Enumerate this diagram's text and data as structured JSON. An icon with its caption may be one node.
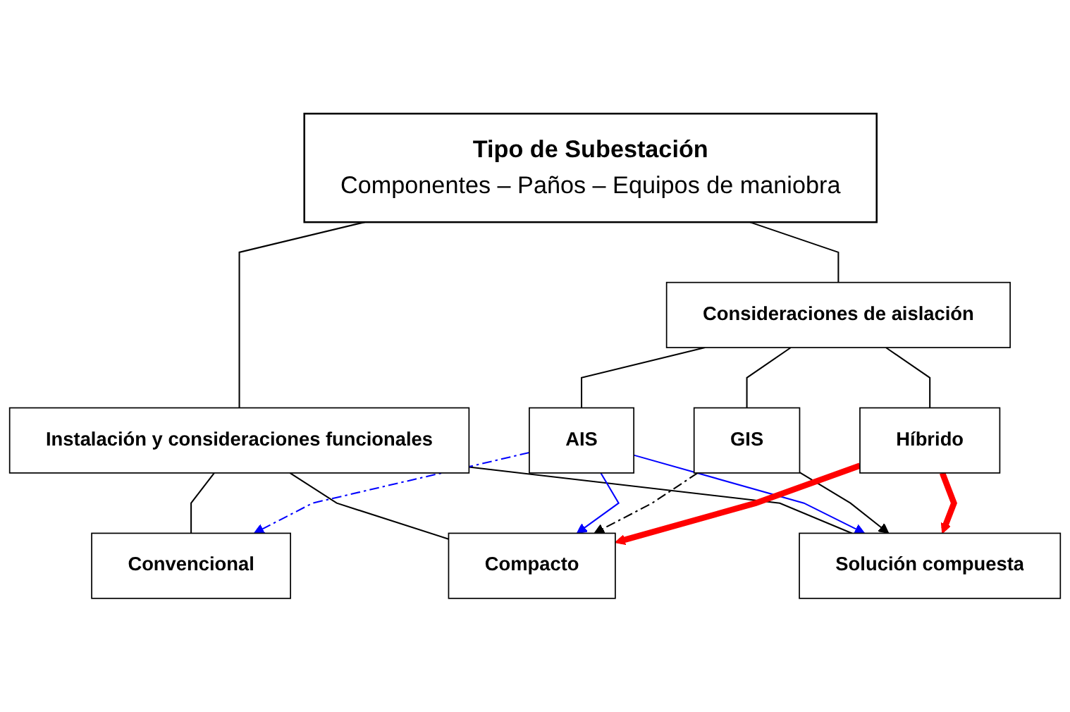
{
  "diagram": {
    "nodes": [
      {
        "text": [
          "Tipo de Subestación",
          "Componentes – Paños – Equipos de maniobra"
        ]
      },
      {
        "text": [
          "Consideraciones de aislación"
        ]
      },
      {
        "text": [
          "Instalación y consideraciones funcionales"
        ]
      },
      {
        "text": [
          "AIS"
        ]
      },
      {
        "text": [
          "GIS"
        ]
      },
      {
        "text": [
          "Híbrido"
        ]
      },
      {
        "text": [
          "Convencional"
        ]
      },
      {
        "text": [
          "Compacto"
        ]
      },
      {
        "text": [
          "Solución compuesta"
        ]
      }
    ],
    "edges": [
      {
        "from": 0,
        "to": 1,
        "arrow": "none"
      },
      {
        "from": 0,
        "to": 2,
        "arrow": "none"
      },
      {
        "from": 1,
        "to": 3,
        "arrow": "none"
      },
      {
        "from": 1,
        "to": 4,
        "arrow": "none"
      },
      {
        "from": 1,
        "to": 5,
        "arrow": "none"
      },
      {
        "from": 2,
        "to": 6,
        "arrow": "none"
      },
      {
        "from": 2,
        "to": 7,
        "arrow": "none"
      },
      {
        "from": 2,
        "to": 8,
        "arrow": "none"
      },
      {
        "from": 3,
        "to": 6,
        "arrow": "to",
        "style": "dashed",
        "color": "#0000ff"
      },
      {
        "from": 3,
        "to": 7,
        "arrow": "to",
        "color": "#0000ff"
      },
      {
        "from": 3,
        "to": 8,
        "arrow": "to",
        "color": "#0000ff"
      },
      {
        "from": 4,
        "to": 7,
        "arrow": "to",
        "style": "dashed"
      },
      {
        "from": 4,
        "to": 8,
        "arrow": "to"
      },
      {
        "from": 5,
        "to": 7,
        "arrow": "to",
        "style": "thick",
        "color": "#ff0000"
      },
      {
        "from": 5,
        "to": 8,
        "arrow": "to",
        "style": "thick",
        "color": "#ff0000"
      }
    ]
  }
}
